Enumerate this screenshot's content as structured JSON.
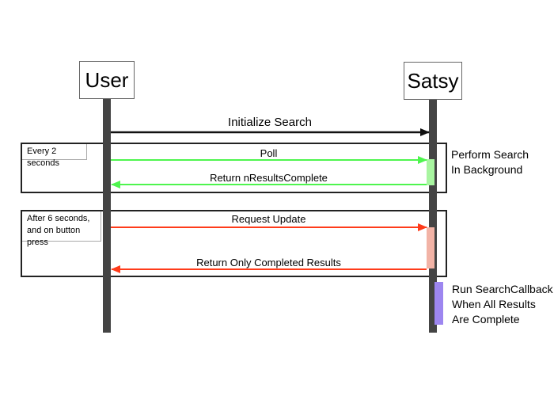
{
  "actors": {
    "user": "User",
    "satsy": "Satsy"
  },
  "messages": {
    "initialize": "Initialize Search",
    "poll": "Poll",
    "return_results": "Return nResultsComplete",
    "request_update": "Request Update",
    "return_completed": "Return Only Completed Results"
  },
  "frames": {
    "every_2_seconds": "Every 2 seconds",
    "after_6_line1": "After 6 seconds,",
    "after_6_line2": "and on button press"
  },
  "notes": {
    "perform_line1": "Perform Search",
    "perform_line2": "In Background",
    "callback_line1": "Run SearchCallback",
    "callback_line2": "When All Results",
    "callback_line3": "Are Complete"
  },
  "colors": {
    "lifeline": "#444444",
    "initialize_arrow": "#111111",
    "poll_arrow": "#4ef54e",
    "poll_activation": "#a8f5a0",
    "update_arrow": "#ff3b1a",
    "update_activation": "#f2b3a6",
    "callback_activation": "#9d86f0"
  }
}
